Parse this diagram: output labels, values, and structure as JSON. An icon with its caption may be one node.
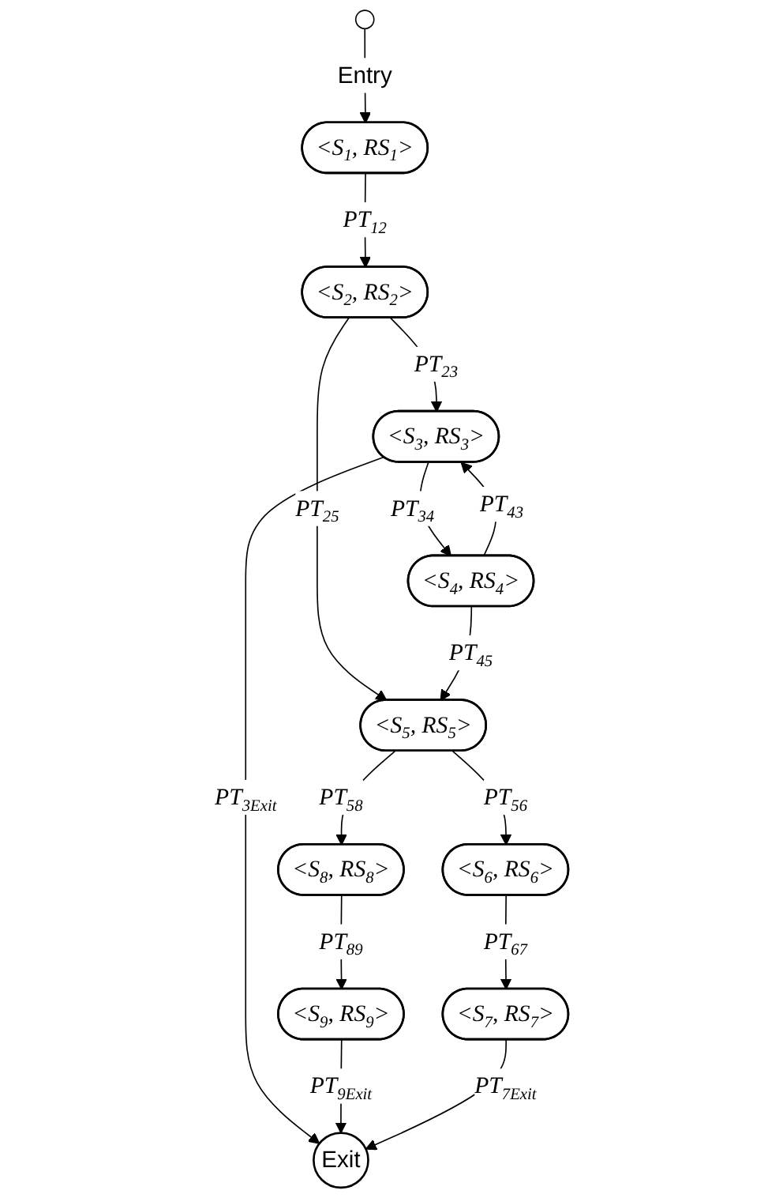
{
  "diagram": {
    "nodes": [
      {
        "text": [],
        "shape": "circle"
      },
      {
        "text": [
          "<S$_{1}$, RS$_{1}$>"
        ]
      },
      {
        "text": [
          "<S$_{2}$, RS$_{2}$>"
        ]
      },
      {
        "text": [
          "<S$_{3}$, RS$_{3}$>"
        ]
      },
      {
        "text": [
          "<S$_{4}$, RS$_{4}$>"
        ]
      },
      {
        "text": [
          "<S$_{5}$, RS$_{5}$>"
        ]
      },
      {
        "text": [
          "<S$_{6}$, RS$_{6}$>"
        ]
      },
      {
        "text": [
          "<S$_{8}$, RS$_{8}$>"
        ]
      },
      {
        "text": [
          "<S$_{7}$, RS$_{7}$>"
        ]
      },
      {
        "text": [
          "<S$_{9}$, RS$_{9}$>"
        ]
      },
      {
        "text": [
          "Exit"
        ]
      }
    ],
    "edges": [
      {
        "from": 0,
        "to": 1,
        "arrow": "to",
        "label": "Entry"
      },
      {
        "from": 1,
        "to": 2,
        "arrow": "to",
        "label": "PT$_{12}$"
      },
      {
        "from": 2,
        "to": 3,
        "arrow": "to",
        "label": "PT$_{23}$"
      },
      {
        "from": 2,
        "to": 5,
        "arrow": "to",
        "label": "PT$_{25}$"
      },
      {
        "from": 3,
        "to": 4,
        "arrow": "to",
        "label": "PT$_{34}$"
      },
      {
        "from": 4,
        "to": 3,
        "arrow": "to",
        "label": "PT$_{43}$"
      },
      {
        "from": 4,
        "to": 5,
        "arrow": "to",
        "label": "PT$_{45}$"
      },
      {
        "from": 3,
        "to": 10,
        "arrow": "to",
        "label": "PT$_{3Exit}$"
      },
      {
        "from": 5,
        "to": 6,
        "arrow": "to",
        "label": "PT$_{56}$"
      },
      {
        "from": 5,
        "to": 7,
        "arrow": "to",
        "label": "PT$_{58}$"
      },
      {
        "from": 6,
        "to": 8,
        "arrow": "to",
        "label": "PT$_{67}$"
      },
      {
        "from": 7,
        "to": 9,
        "arrow": "to",
        "label": "PT$_{89}$"
      },
      {
        "from": 9,
        "to": 10,
        "arrow": "to",
        "label": "PT$_{9Exit}$"
      },
      {
        "from": 8,
        "to": 10,
        "arrow": "to",
        "label": "PT$_{7Exit}$"
      }
    ]
  }
}
